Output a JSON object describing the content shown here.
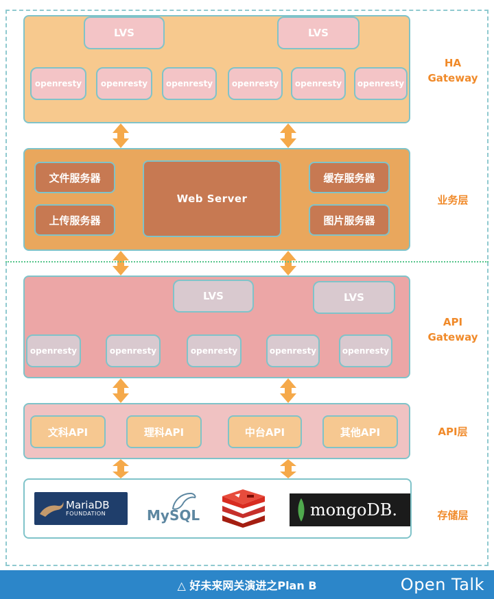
{
  "layers": {
    "ha_gateway": {
      "label_line1": "HA",
      "label_line2": "Gateway",
      "lvs": [
        "LVS",
        "LVS"
      ],
      "nodes": [
        "openresty",
        "openresty",
        "openresty",
        "openresty",
        "openresty",
        "openresty"
      ]
    },
    "business": {
      "label": "业务层",
      "left": [
        "文件服务器",
        "上传服务器"
      ],
      "center": "Web Server",
      "right": [
        "缓存服务器",
        "图片服务器"
      ]
    },
    "api_gateway": {
      "label_line1": "API",
      "label_line2": "Gateway",
      "lvs": [
        "LVS",
        "LVS"
      ],
      "nodes": [
        "openresty",
        "openresty",
        "openresty",
        "openresty",
        "openresty"
      ]
    },
    "api_layer": {
      "label": "API层",
      "items": [
        "文科API",
        "理科API",
        "中台API",
        "其他API"
      ]
    },
    "storage": {
      "label": "存储层",
      "mariadb_1": "MariaDB",
      "mariadb_2": "FOUNDATION",
      "mysql": "MySQL",
      "mongodb": "mongoDB."
    }
  },
  "footer": {
    "caption": "△ 好未来网关演进之Plan B",
    "brand": "Open Talk"
  },
  "colors": {
    "arrow_orange": "#f5a94a",
    "connector": "#3f8a93",
    "footer_blue": "#2c86c9"
  }
}
